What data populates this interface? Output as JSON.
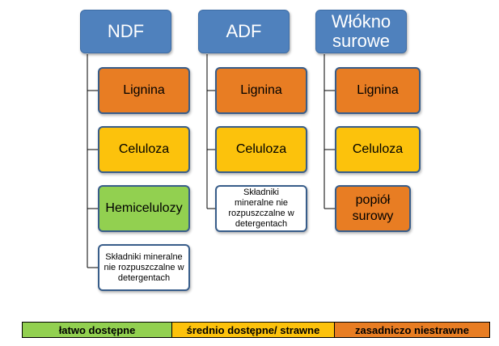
{
  "columns": [
    {
      "header": "NDF",
      "items": [
        {
          "label": "Lignina",
          "color": "#e87d23"
        },
        {
          "label": "Celuloza",
          "color": "#fcc20c"
        },
        {
          "label": "Hemicelulozy",
          "color": "#92d050"
        },
        {
          "label": "Składniki mineralne nie rozpuszczalne w detergentach",
          "color": "#ffffff"
        }
      ]
    },
    {
      "header": "ADF",
      "items": [
        {
          "label": "Lignina",
          "color": "#e87d23"
        },
        {
          "label": "Celuloza",
          "color": "#fcc20c"
        },
        {
          "label": "Składniki mineralne nie rozpuszczalne w detergentach",
          "color": "#ffffff"
        }
      ]
    },
    {
      "header": "Włókno surowe",
      "items": [
        {
          "label": "Lignina",
          "color": "#e87d23"
        },
        {
          "label": "Celuloza",
          "color": "#fcc20c"
        },
        {
          "label": "popiół surowy",
          "color": "#e87d23"
        }
      ]
    }
  ],
  "legend": [
    {
      "label": "łatwo dostępne",
      "color": "#92d050"
    },
    {
      "label": "średnio dostępne/ strawne",
      "color": "#fcc20c"
    },
    {
      "label": "zasadniczo niestrawne",
      "color": "#e87d23"
    }
  ],
  "colors": {
    "header": "#4f81bd",
    "item_border": "#385d8a",
    "connector": "#000000"
  }
}
